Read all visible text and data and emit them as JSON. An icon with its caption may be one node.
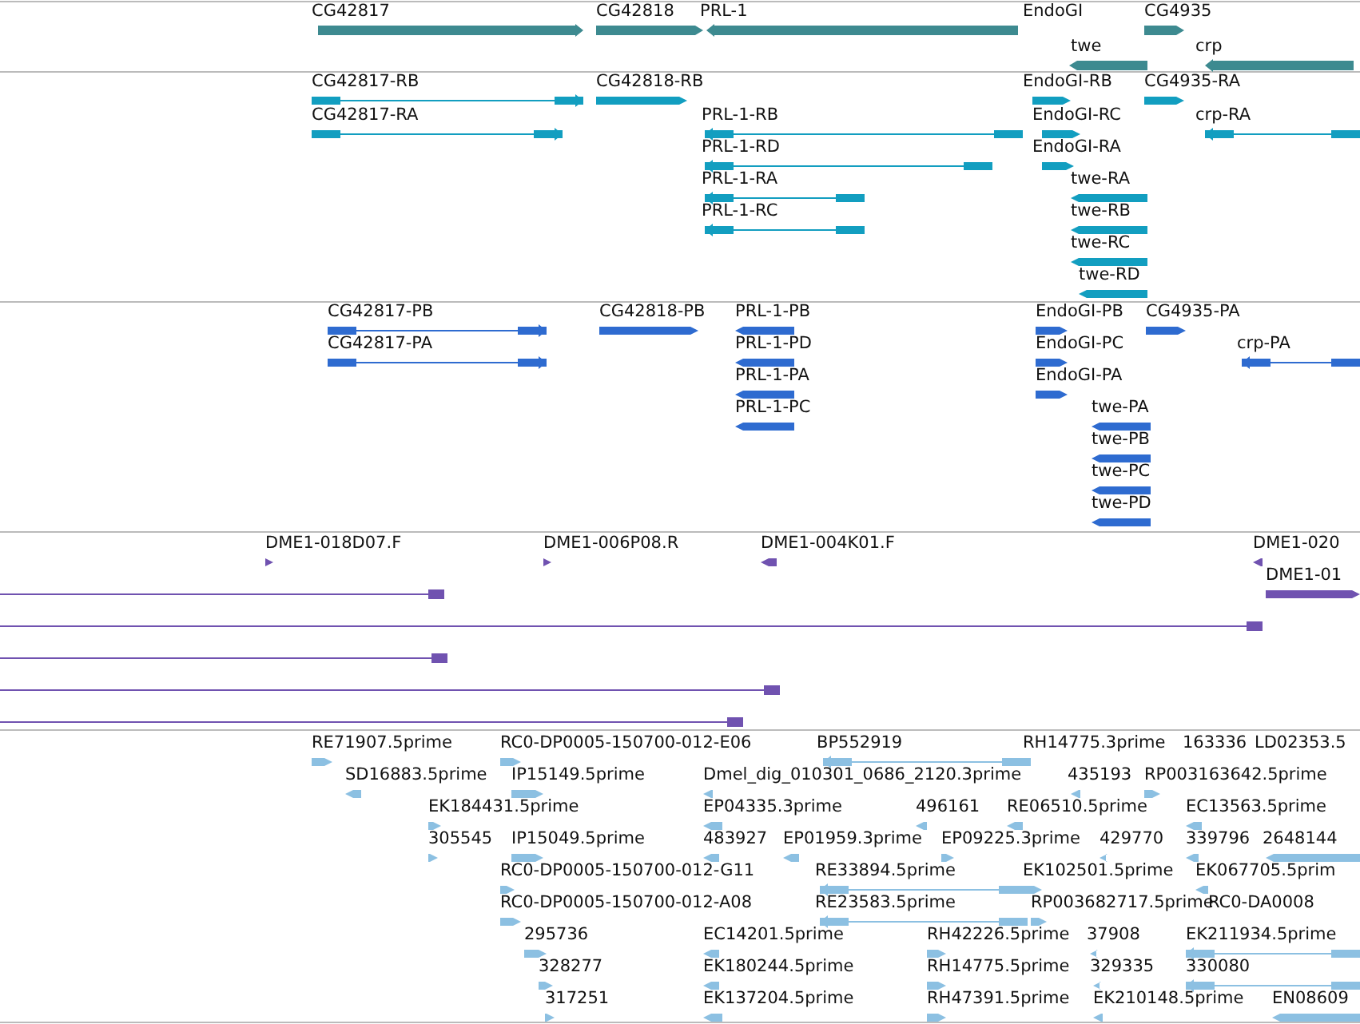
{
  "diagram": {
    "labels": [
      "CG42817",
      "CG42818",
      "PRL-1",
      "EndoGI",
      "CG4935",
      "twe",
      "crp",
      "CG42817-RB",
      "CG42817-RA",
      "CG42818-RB",
      "PRL-1-RB",
      "PRL-1-RD",
      "PRL-1-RA",
      "PRL-1-RC",
      "EndoGI-RB",
      "EndoGI-RC",
      "EndoGI-RA",
      "CG4935-RA",
      "crp-RA",
      "twe-RA",
      "twe-RB",
      "twe-RC",
      "twe-RD",
      "CG42817-PB",
      "CG42817-PA",
      "CG42818-PB",
      "PRL-1-PB",
      "PRL-1-PD",
      "PRL-1-PA",
      "PRL-1-PC",
      "EndoGI-PB",
      "EndoGI-PC",
      "EndoGI-PA",
      "CG4935-PA",
      "crp-PA",
      "twe-PA",
      "twe-PB",
      "twe-PC",
      "twe-PD",
      "DME1-018D07.F",
      "DME1-006P08.R",
      "DME1-004K01.F",
      "DME1-020",
      "DME1-01",
      "RE71907.5prime",
      "RC0-DP0005-150700-012-E06",
      "BP552919",
      "RH14775.3prime",
      "163336",
      "LD02353.5",
      "SD16883.5prime",
      "IP15149.5prime",
      "Dmel_dig_010301_0686_2120.3prime",
      "435193",
      "RP003163642.5prime",
      "EK184431.5prime",
      "EP04335.3prime",
      "496161",
      "RE06510.5prime",
      "EC13563.5prime",
      "305545",
      "IP15049.5prime",
      "483927",
      "EP01959.3prime",
      "EP09225.3prime",
      "429770",
      "339796",
      "2648144",
      "RC0-DP0005-150700-012-G11",
      "RE33894.5prime",
      "EK102501.5prime",
      "EK067705.5prim",
      "RC0-DP0005-150700-012-A08",
      "RE23583.5prime",
      "RP003682717.5prime",
      "RC0-DA0008",
      "295736",
      "EC14201.5prime",
      "RH42226.5prime",
      "37908",
      "EK211934.5prime",
      "328277",
      "EK180244.5prime",
      "RH14775.5prime",
      "329335",
      "330080",
      "317251",
      "EK137204.5prime",
      "RH47391.5prime",
      "EK210148.5prime",
      "EN08609"
    ]
  }
}
